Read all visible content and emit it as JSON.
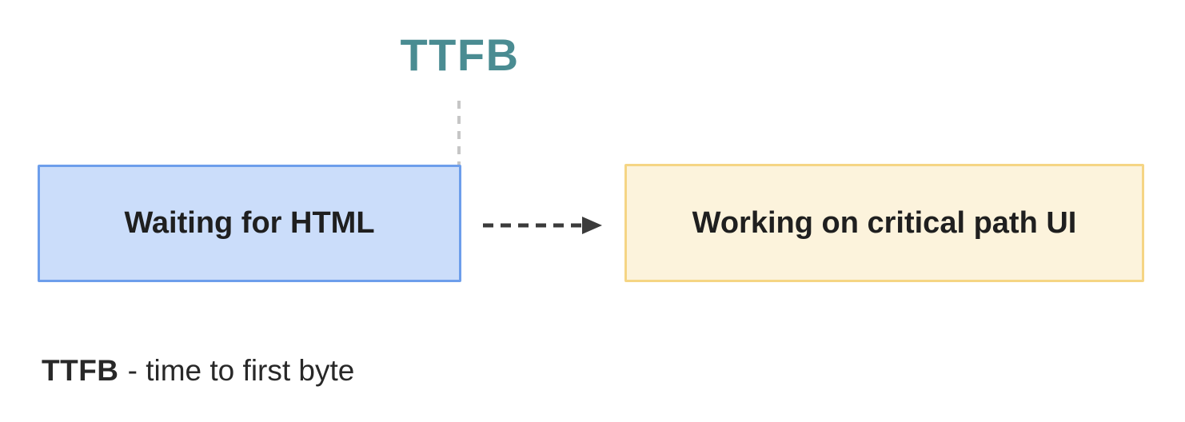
{
  "diagram": {
    "title": "TTFB",
    "nodes": [
      {
        "id": "waiting-for-html",
        "label": "Waiting for HTML"
      },
      {
        "id": "working-on-critical-path-ui",
        "label": "Working on critical path UI"
      }
    ],
    "connector": {
      "type": "dashed-arrow",
      "from": "waiting-for-html",
      "to": "working-on-critical-path-ui"
    },
    "legend": {
      "term": "TTFB",
      "definition": "- time to first byte"
    }
  },
  "colors": {
    "title": "#4A8C92",
    "node_text": "#1F1F1F",
    "blue_node_fill": "#CBDDFA",
    "blue_node_border": "#6D9EEB",
    "yellow_node_fill": "#FCF3DC",
    "yellow_node_border": "#F5D584",
    "arrow": "#3B3B3B",
    "guide_line": "#C6C6C6",
    "legend_text": "#282828"
  }
}
